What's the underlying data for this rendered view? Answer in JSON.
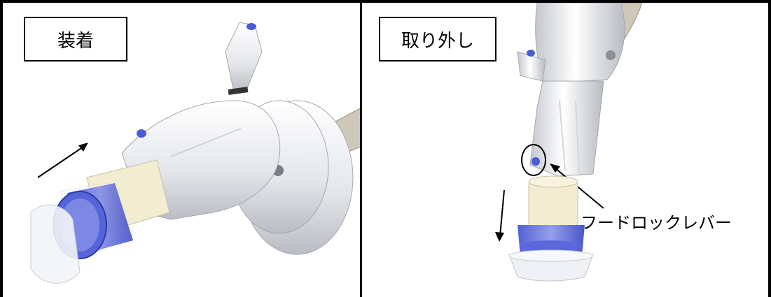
{
  "left_panel": {
    "label": "装着"
  },
  "right_panel": {
    "label": "取り外し",
    "callout": "フードロックレバー"
  }
}
